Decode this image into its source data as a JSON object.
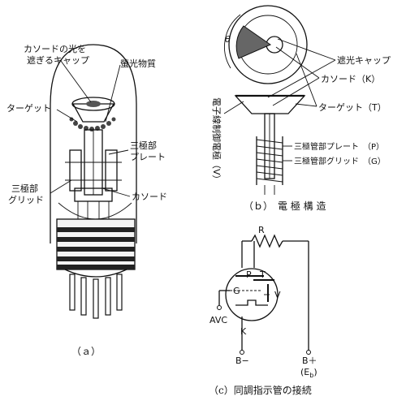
{
  "panel_a": {
    "caption": "（ａ）",
    "labels": {
      "cathode_light_cap_line1": "カソードの光を",
      "cathode_light_cap_line2": "遮ぎるキャップ",
      "phosphor": "螢光物質",
      "target": "ターゲット",
      "triode_plate_line1": "三極部",
      "triode_plate_line2": "プレート",
      "triode_grid_line1": "三極部",
      "triode_grid_line2": "グリッド",
      "cathode": "カソード"
    }
  },
  "panel_b": {
    "caption": "（ｂ）　電 極 構 造",
    "theta": "θ",
    "labels": {
      "light_cap": "遮光キャップ",
      "cathode": "カソード（K）",
      "target": "ターゲット（T）",
      "ray_control": "電子線制御電極（V）",
      "triode_plate": "三極管部プレート　（P）",
      "triode_grid": "三極管部グリッド　（G）"
    }
  },
  "panel_c": {
    "caption": "（c）同調指示管の接続",
    "labels": {
      "R": "R",
      "P": "P",
      "T": "T",
      "V": "V",
      "G": "G",
      "K": "K",
      "AVC": "AVC",
      "B_minus": "B−",
      "B_plus": "B＋",
      "Eb": "(E",
      "Eb_sub": "b",
      "Eb_close": ")"
    }
  }
}
